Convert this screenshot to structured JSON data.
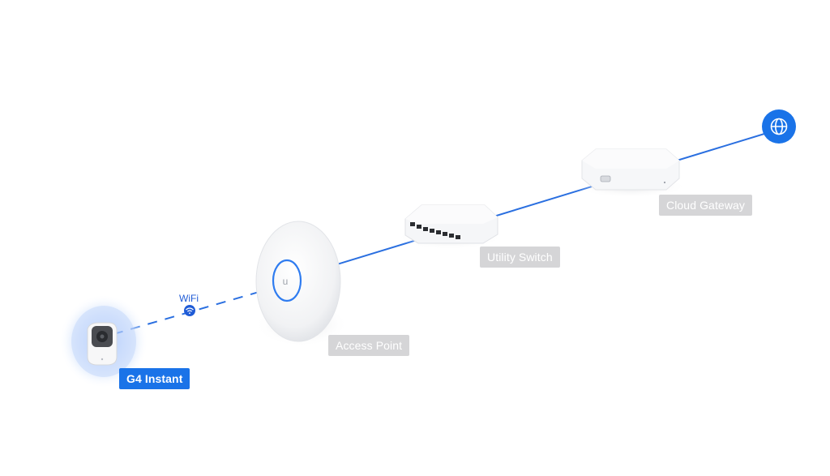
{
  "devices": {
    "camera_label": "G4 Instant",
    "access_point_label": "Access Point",
    "switch_label": "Utility Switch",
    "gateway_label": "Cloud Gateway"
  },
  "link": {
    "wifi_label": "WiFi"
  },
  "colors": {
    "accent": "#1a73e8",
    "link_line": "#2a6fe0",
    "inactive_label": "#d5d5d7"
  },
  "icons": {
    "internet": "globe-icon",
    "wifi": "wifi-icon"
  }
}
